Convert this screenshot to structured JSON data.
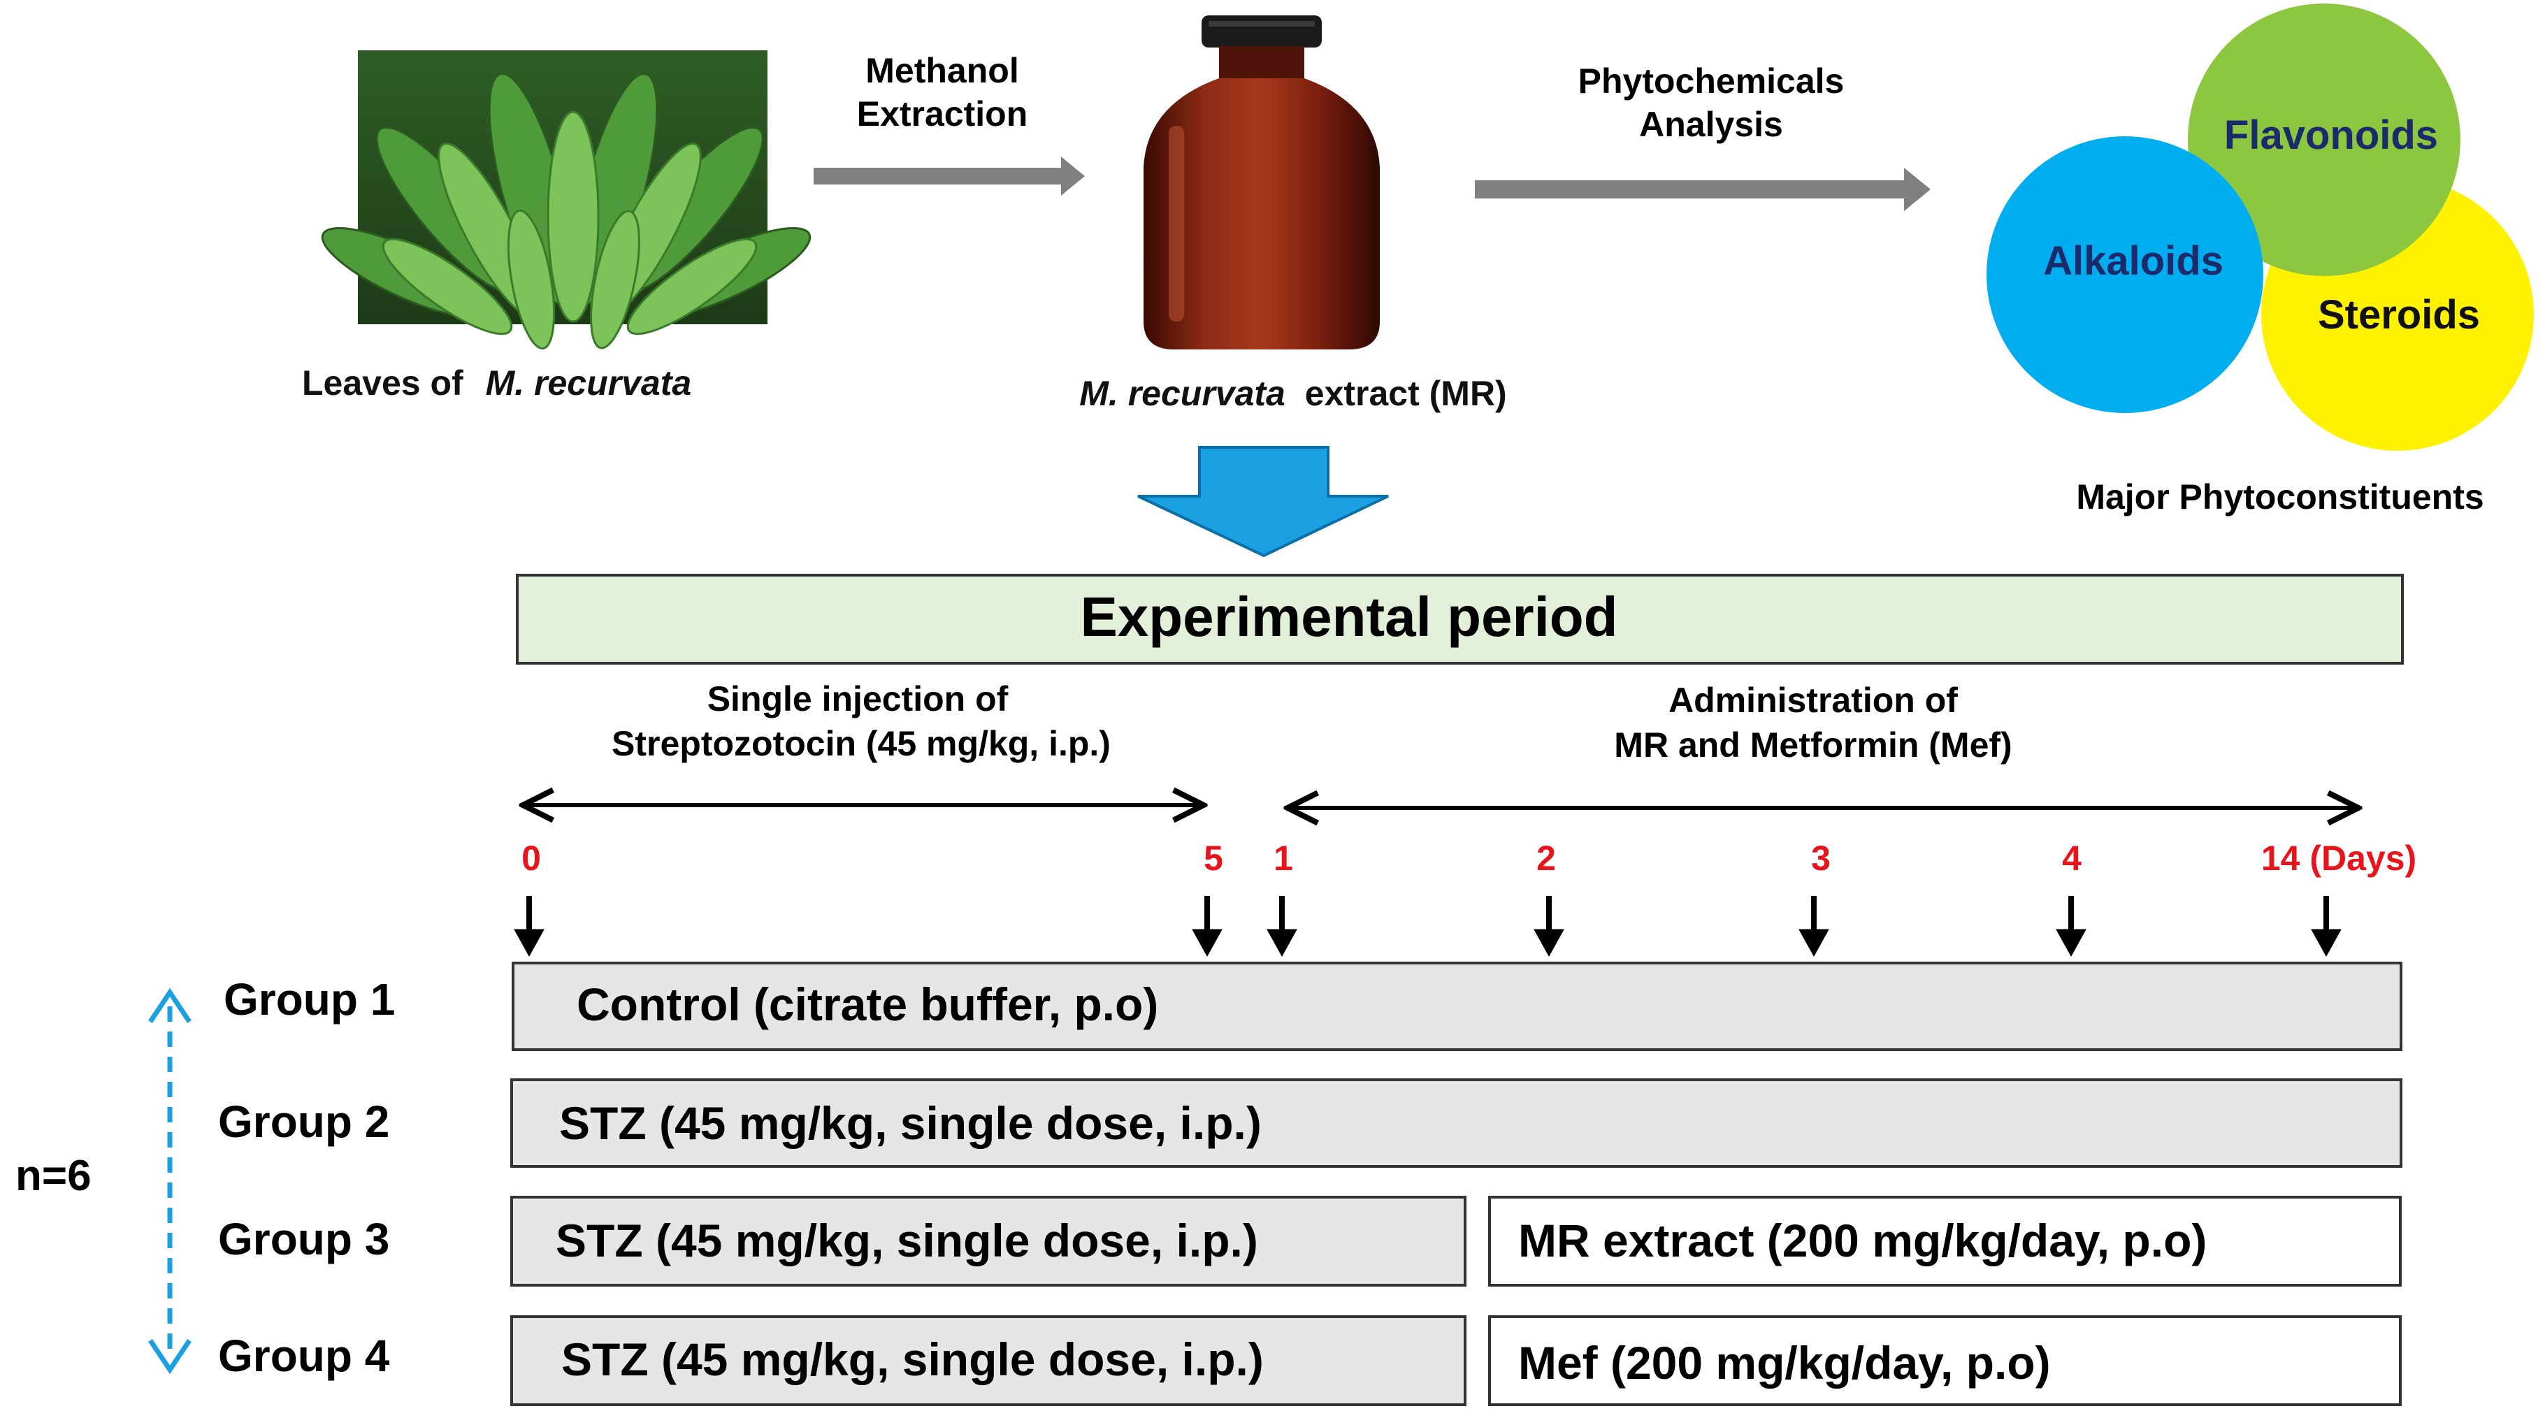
{
  "top": {
    "leaves_caption_prefix": "Leaves of",
    "leaves_caption_species": "M. recurvata",
    "arrow1_line1": "Methanol",
    "arrow1_line2": "Extraction",
    "extract_caption_species": "M. recurvata",
    "extract_caption_suffix": "extract (MR)",
    "arrow2_line1": "Phytochemicals",
    "arrow2_line2": "Analysis",
    "circles": {
      "flavonoids": "Flavonoids",
      "alkaloids": "Alkaloids",
      "steroids": "Steroids"
    },
    "constituents_caption": "Major Phytoconstituents"
  },
  "period": {
    "title": "Experimental period",
    "injection_line1": "Single injection of",
    "injection_line2": "Streptozotocin (45 mg/kg, i.p.)",
    "admin_line1": "Administration of",
    "admin_line2": "MR  and Metformin (Mef)",
    "days": [
      "0",
      "5",
      "1",
      "2",
      "3",
      "4",
      "14 (Days)"
    ]
  },
  "groups": {
    "n_label": "n=6",
    "g1_label": "Group 1",
    "g1_text": "Control (citrate buffer, p.o)",
    "g2_label": "Group 2",
    "g2_text": "STZ (45 mg/kg, single dose, i.p.)",
    "g3_label": "Group 3",
    "g3_left": "STZ (45 mg/kg, single dose, i.p.)",
    "g3_right": "MR extract (200 mg/kg/day, p.o)",
    "g4_label": "Group 4",
    "g4_left": "STZ (45 mg/kg, single dose, i.p.)",
    "g4_right": "Mef (200 mg/kg/day, p.o)"
  },
  "colors": {
    "flavonoids": "#8DC63F",
    "alkaloids": "#00AEEF",
    "steroids": "#FFF200",
    "period_bar": "#E2EFD9",
    "group_box": "#E6E6E6",
    "day_label": "#E8141B",
    "down_arrow": "#1BA1E2",
    "gray_arrow": "#808080",
    "bottle": "#7A1E0E"
  }
}
